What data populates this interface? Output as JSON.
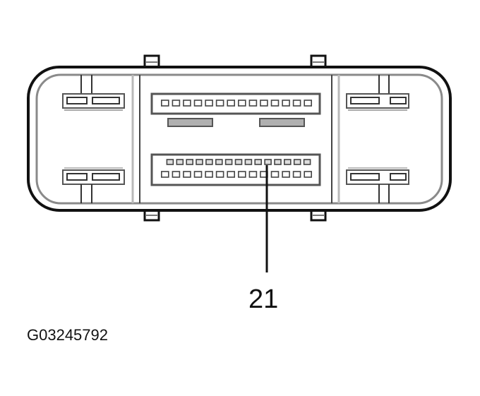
{
  "diagram": {
    "type": "connector-face-view",
    "callout": {
      "label": "21",
      "points_to": "lower-connector-upper-row-pin-11"
    },
    "figure_id": "G03245792",
    "connector": {
      "upper_block": {
        "pin_rows": [
          14
        ],
        "guide_keys": 2
      },
      "lower_block": {
        "pin_rows": [
          15,
          14
        ]
      },
      "side_terminals": [
        "left-top",
        "left-bottom",
        "right-top",
        "right-bottom"
      ],
      "latches": [
        "top-left",
        "top-right",
        "bottom-left",
        "bottom-right"
      ]
    },
    "colors": {
      "outline": "#1a1a1a",
      "mid_line": "#6e6e6e",
      "light_line": "#b8b8b8",
      "key_fill": "#9a9a9a"
    }
  }
}
